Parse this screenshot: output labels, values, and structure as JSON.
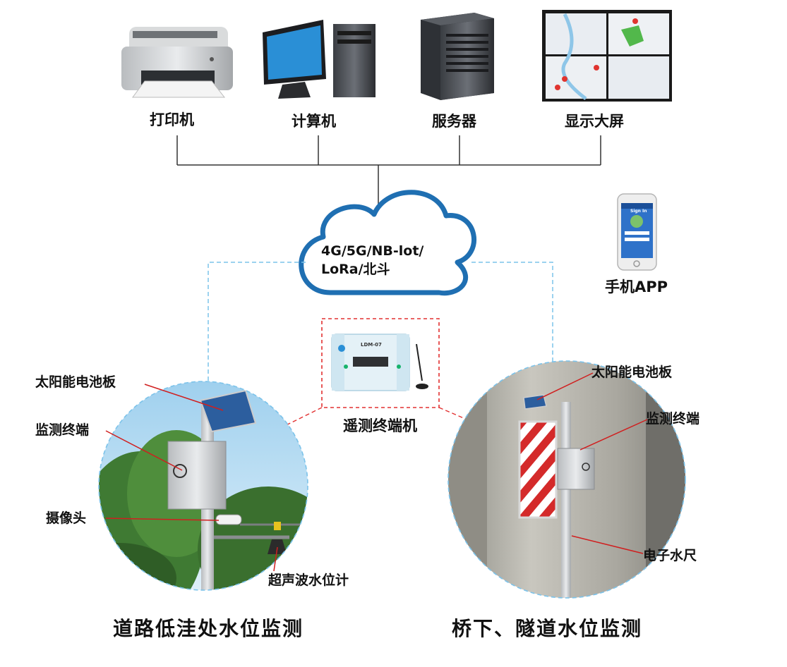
{
  "devices": {
    "printer": "打印机",
    "computer": "计算机",
    "server": "服务器",
    "display_wall": "显示大屏"
  },
  "network": {
    "line1": "4G/5G/NB-lot/",
    "line2": "LoRa/北斗"
  },
  "phone": {
    "label": "手机APP",
    "screen_title": "Sign In"
  },
  "terminal": {
    "label": "遥测终端机",
    "model": "LDM-07"
  },
  "left_site": {
    "solar_panel": "太阳能电池板",
    "monitor_terminal": "监测终端",
    "camera": "摄像头",
    "ultrasonic": "超声波水位计",
    "caption": "道路低洼处水位监测"
  },
  "right_site": {
    "solar_panel": "太阳能电池板",
    "monitor_terminal": "监测终端",
    "water_gauge": "电子水尺",
    "caption": "桥下、隧道水位监测"
  },
  "colors": {
    "cloud": "#1f6fb2",
    "dashed_blue": "#7cc3ea",
    "dashed_red": "#e23030",
    "leader": "#d01f1f"
  }
}
